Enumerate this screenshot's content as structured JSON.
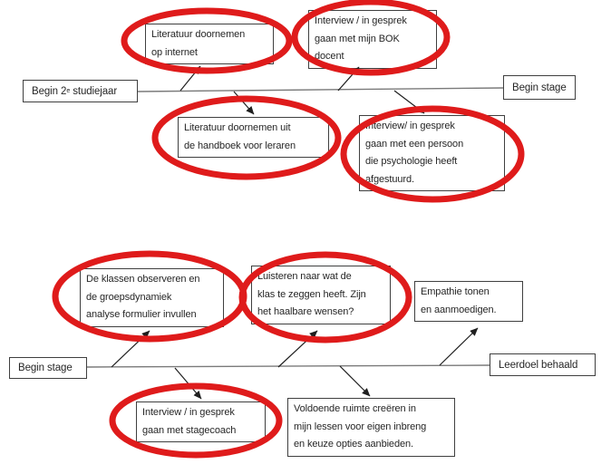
{
  "colors": {
    "highlight_red": "#df1b1b",
    "box_border": "#3f3f3f",
    "spine_gray": "#7a7a7a",
    "arrow_black": "#1f1f1f",
    "text": "#262626",
    "background": "#ffffff"
  },
  "diagram_top": {
    "start_label": {
      "prefix": "Begin 2",
      "superscript": "e",
      "suffix": " studiejaar"
    },
    "end_label": "Begin stage",
    "causes": [
      {
        "label": "Literatuur doornemen\nop internet",
        "circled": true,
        "position": "above"
      },
      {
        "label": "Interview / in gesprek\ngaan met mijn BOK\ndocent",
        "circled": true,
        "position": "above"
      },
      {
        "label": "Literatuur doornemen uit\nde handboek voor leraren",
        "circled": true,
        "position": "below"
      },
      {
        "label": "Interview/ in gesprek\ngaan met een persoon\ndie psychologie heeft\nafgestuurd.",
        "circled": true,
        "position": "below"
      }
    ]
  },
  "diagram_bottom": {
    "start_label": "Begin stage",
    "end_label": "Leerdoel behaald",
    "causes": [
      {
        "label": "De klassen observeren en\nde groepsdynamiek\nanalyse formulier invullen",
        "circled": true,
        "position": "above"
      },
      {
        "label": "Luisteren naar wat de\nklas te zeggen heeft. Zijn\nhet haalbare wensen?",
        "circled": true,
        "position": "above"
      },
      {
        "label": "Empathie tonen\nen aanmoedigen.",
        "circled": false,
        "position": "above"
      },
      {
        "label": "Interview / in gesprek\ngaan met stagecoach",
        "circled": true,
        "position": "below"
      },
      {
        "label": "Voldoende ruimte creëren in\nmijn lessen voor eigen inbreng\nen keuze opties aanbieden.",
        "circled": false,
        "position": "below"
      }
    ]
  }
}
